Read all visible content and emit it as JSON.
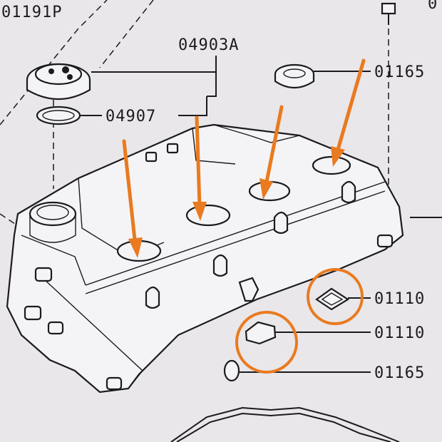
{
  "diagram": {
    "labels": [
      {
        "id": "l01191p",
        "text": "01191P"
      },
      {
        "id": "l04903a",
        "text": "04903A"
      },
      {
        "id": "l04907",
        "text": "04907"
      },
      {
        "id": "l01165a",
        "text": "01165"
      },
      {
        "id": "l01110a",
        "text": "01110"
      },
      {
        "id": "l01110b",
        "text": "01110"
      },
      {
        "id": "l01165b",
        "text": "01165"
      },
      {
        "id": "ltop",
        "text": "0"
      }
    ],
    "colors": {
      "paper": "#e9e7ea",
      "ink": "#1b1b1f",
      "highlight": "#ea7a1f"
    }
  }
}
